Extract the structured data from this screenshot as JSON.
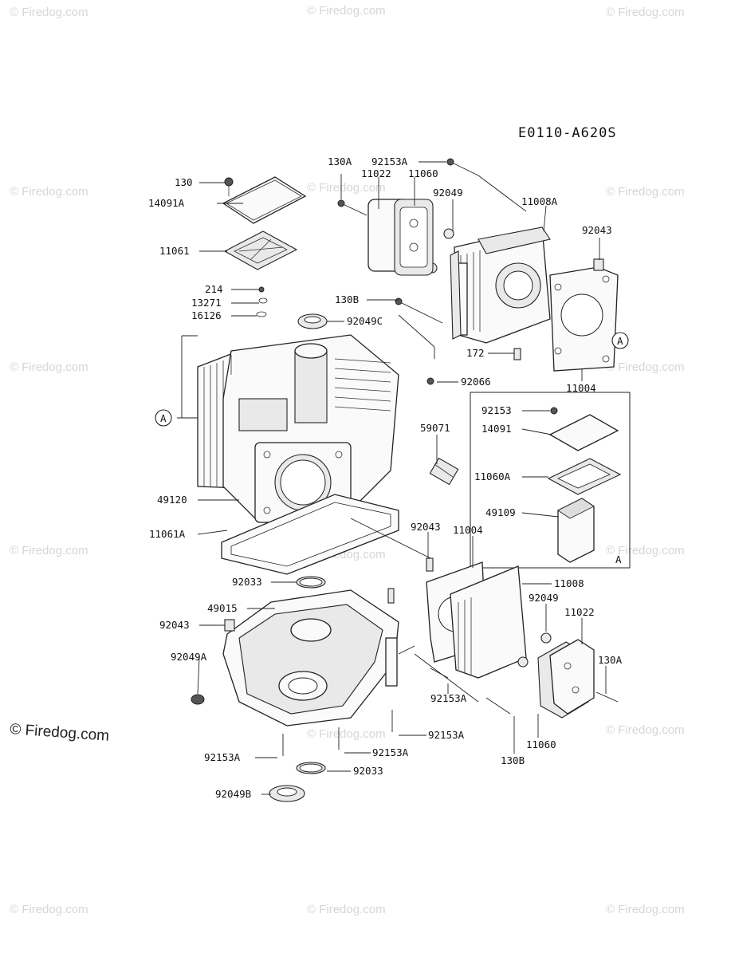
{
  "diagram_code": "E0110-A620S",
  "watermark": {
    "text": "© Firedog.com",
    "corner_text": "© Firedog.com"
  },
  "callouts": {
    "ref_a": "A",
    "ref_a_right": "A",
    "ref_a_box": "A"
  },
  "labels": {
    "l130": "130",
    "l14091A": "14091A",
    "l11061": "11061",
    "l214": "214",
    "l13271": "13271",
    "l16126": "16126",
    "l92049C": "92049C",
    "l130A_top": "130A",
    "l11022_top": "11022",
    "l11060_top": "11060",
    "l92153A_top": "92153A",
    "l92049_top": "92049",
    "l11008A": "11008A",
    "l92043_right": "92043",
    "l130B_top": "130B",
    "l172": "172",
    "l11004_top": "11004",
    "l92066": "92066",
    "l92153_box": "92153",
    "l14091_box": "14091",
    "l11060A_box": "11060A",
    "l49109_box": "49109",
    "l59071": "59071",
    "l49120": "49120",
    "l11061A": "11061A",
    "l92043_mid": "92043",
    "l11004_mid": "11004",
    "l11008": "11008",
    "l92049_mid": "92049",
    "l11022_mid": "11022",
    "l130A_mid": "130A",
    "l92033_top": "92033",
    "l49015": "49015",
    "l92043_left": "92043",
    "l92049A": "92049A",
    "l92153A_a": "92153A",
    "l92153A_b": "92153A",
    "l11060_mid": "11060",
    "l92153A_c": "92153A",
    "l92153A_d": "92153A",
    "l130B_bot": "130B",
    "l92033_bot": "92033",
    "l92049B": "92049B"
  }
}
